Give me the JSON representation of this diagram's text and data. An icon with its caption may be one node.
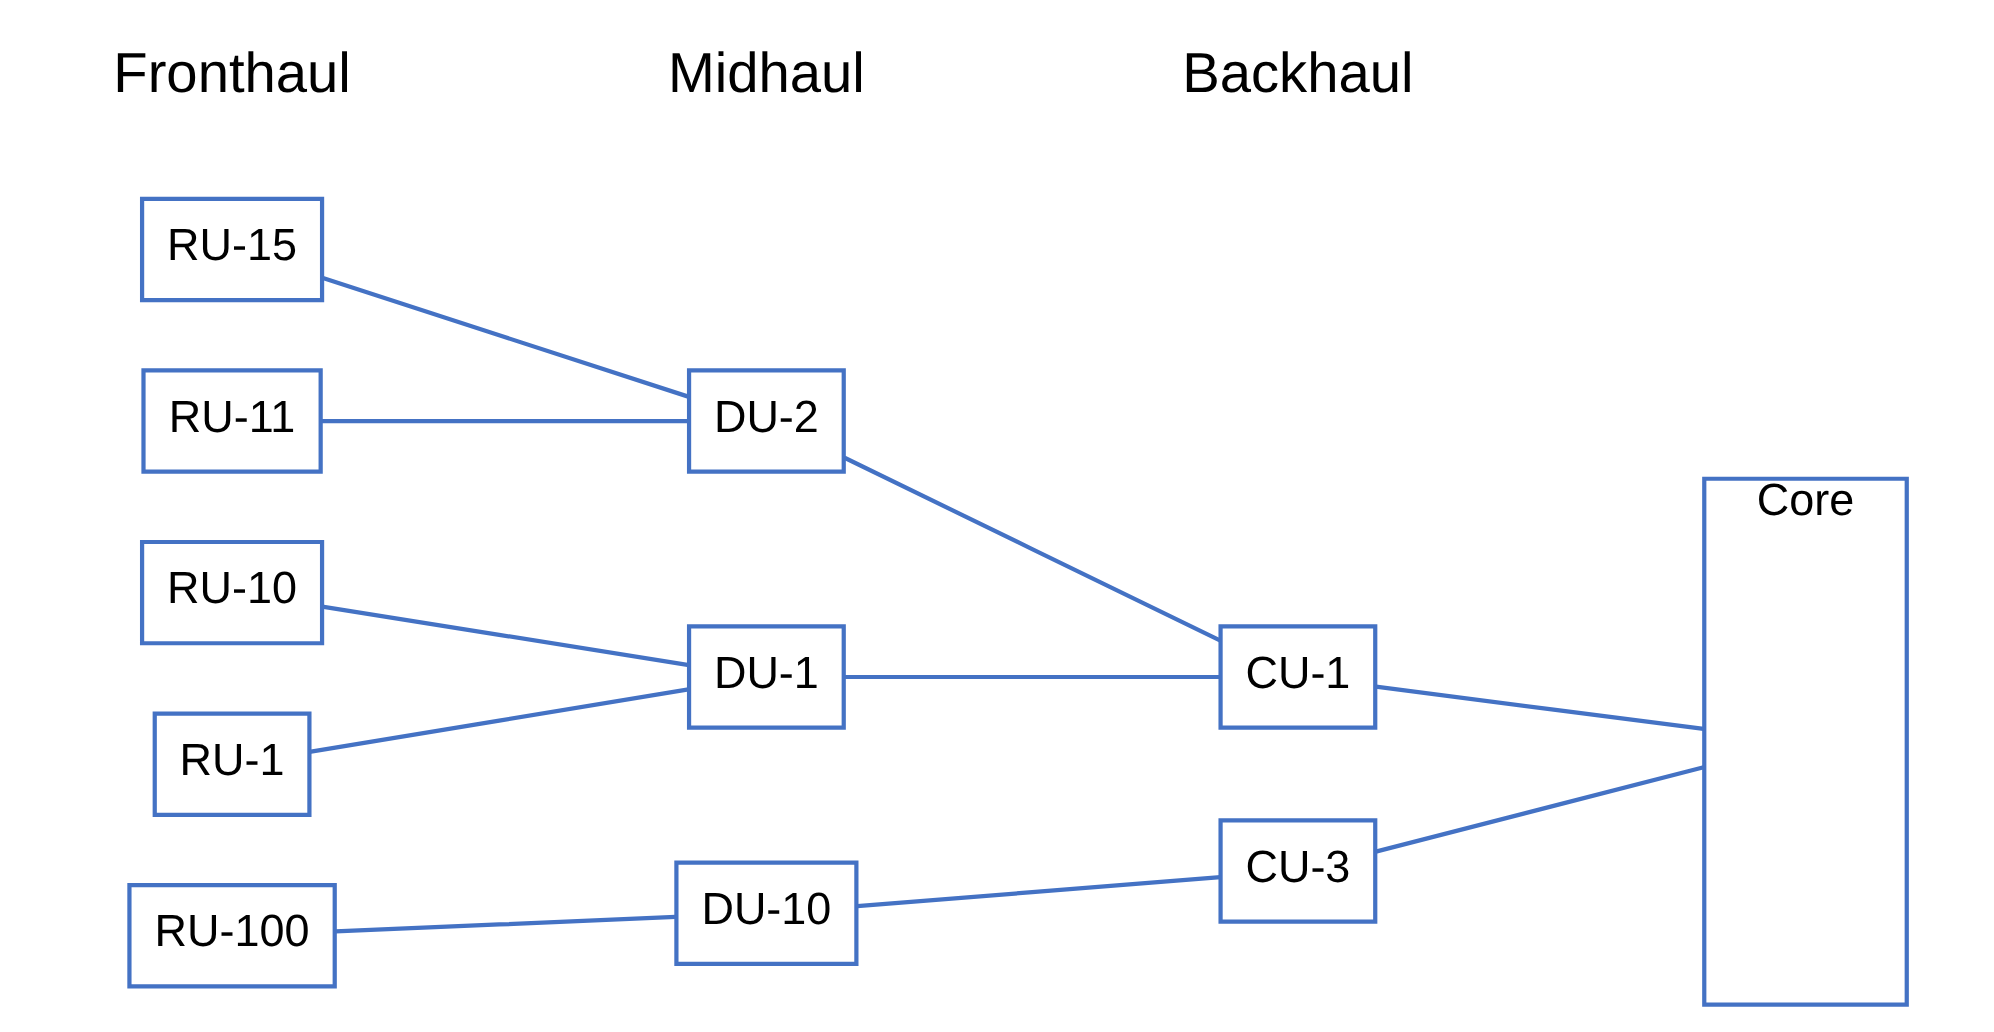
{
  "diagram": {
    "nodes": [
      {
        "text": [
          "RU-1"
        ]
      },
      {
        "text": [
          "RU-10"
        ]
      },
      {
        "text": [
          "RU-11"
        ]
      },
      {
        "text": [
          "RU-15"
        ]
      },
      {
        "text": [
          "RU-100"
        ]
      },
      {
        "text": [
          "DU-1"
        ]
      },
      {
        "text": [
          "DU-2"
        ]
      },
      {
        "text": [
          "DU-10"
        ]
      },
      {
        "text": [
          "CU-1"
        ]
      },
      {
        "text": [
          "CU-3"
        ]
      },
      {
        "text": [
          "Core"
        ]
      }
    ],
    "edges": [
      {
        "from": 0,
        "to": 5,
        "arrow": "none"
      },
      {
        "from": 1,
        "to": 5,
        "arrow": "none"
      },
      {
        "from": 2,
        "to": 6,
        "arrow": "none"
      },
      {
        "from": 3,
        "to": 6,
        "arrow": "none"
      },
      {
        "from": 4,
        "to": 7,
        "arrow": "none"
      },
      {
        "from": 5,
        "to": 8,
        "arrow": "none"
      },
      {
        "from": 6,
        "to": 8,
        "arrow": "none"
      },
      {
        "from": 7,
        "to": 9,
        "arrow": "none"
      },
      {
        "from": 8,
        "to": 10,
        "arrow": "none"
      },
      {
        "from": 9,
        "to": 10,
        "arrow": "none"
      }
    ],
    "labels": [
      "Fronthaul",
      "Midhaul",
      "Backhaul"
    ]
  }
}
